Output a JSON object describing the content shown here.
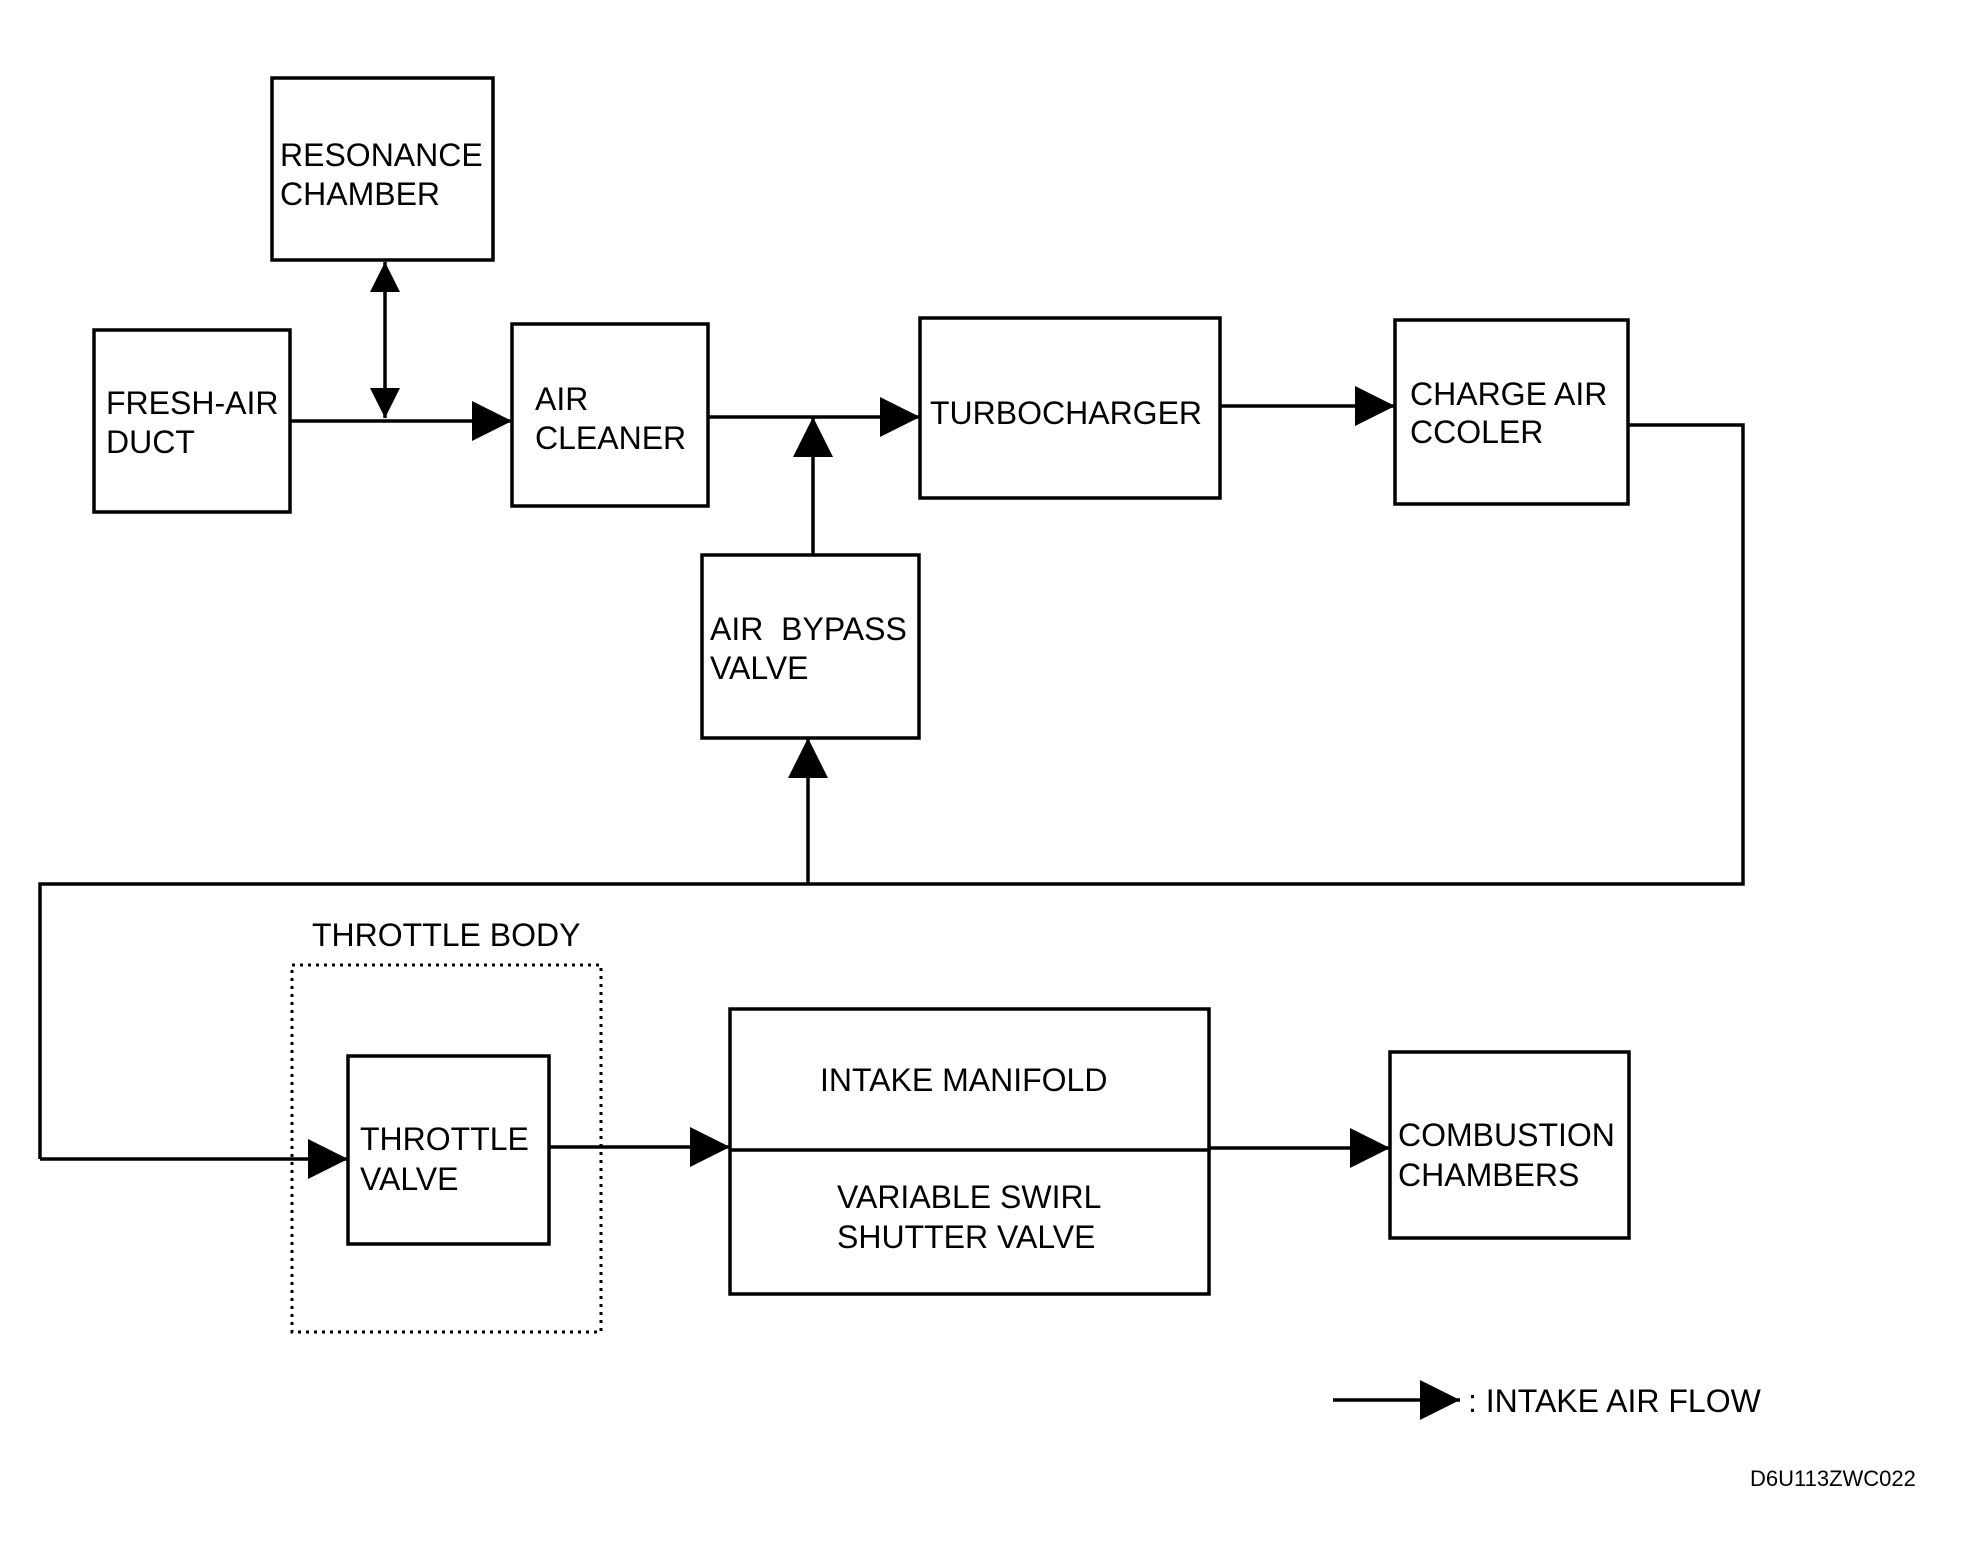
{
  "boxes": {
    "resonance_chamber": [
      "RESONANCE",
      "CHAMBER"
    ],
    "fresh_air_duct": [
      "FRESH-AIR",
      "DUCT"
    ],
    "air_cleaner": [
      "AIR",
      "CLEANER"
    ],
    "turbocharger": [
      "TURBOCHARGER"
    ],
    "charge_air_cooler": [
      "CHARGE AIR",
      "CCOLER"
    ],
    "air_bypass_valve": [
      "AIR  BYPASS",
      "VALVE"
    ],
    "throttle_valve": [
      "THROTTLE",
      "VALVE"
    ],
    "intake_manifold": [
      "INTAKE MANIFOLD"
    ],
    "variable_swirl_shutter_valve": [
      "VARIABLE SWIRL",
      "SHUTTER VALVE"
    ],
    "combustion_chambers": [
      "COMBUSTION",
      "CHAMBERS"
    ]
  },
  "group_label": "THROTTLE BODY",
  "legend": {
    "label": ": INTAKE AIR FLOW"
  },
  "figure_code": "D6U113ZWC022",
  "colors": {
    "stroke": "#000000",
    "background": "#ffffff"
  }
}
